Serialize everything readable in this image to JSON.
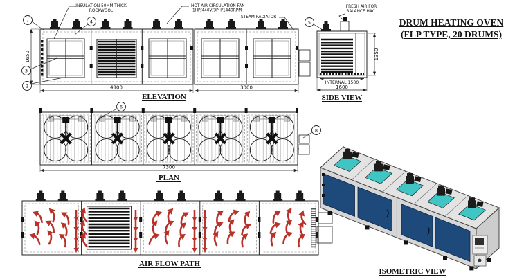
{
  "title": {
    "line1": "DRUM HEATING OVEN",
    "line2": "(FLP TYPE, 20 DRUMS)"
  },
  "view_labels": {
    "elevation": "ELEVATION",
    "side": "SIDE VIEW",
    "plan": "PLAN",
    "airflow": "AIR FLOW PATH",
    "isometric": "ISOMETRIC VIEW"
  },
  "annotations": {
    "insulation": {
      "line1": "INSULATION 50MM THICK",
      "line2": "ROCKWOOL"
    },
    "hot_air_fan": {
      "line1": "HOT AIR CIRCULATION FAN",
      "line2": "1HP/440V/3PH/1440RPM"
    },
    "steam_radiator": "STEAM RADIATOR",
    "fresh_air": {
      "line1": "FRESH AIR FOR",
      "line2": "BALANCE HAC."
    }
  },
  "dimensions": {
    "elevation_height": "1650",
    "elevation_section1": "4300",
    "elevation_section2": "3000",
    "side_height": "1350",
    "side_internal": "INTERNAL 1500",
    "side_overall": "1600",
    "plan_length": "7300"
  },
  "callouts": {
    "c2": "2",
    "c3": "3",
    "c4": "4",
    "c5": "5",
    "c6": "6",
    "c7": "7",
    "c8": "8"
  },
  "colors": {
    "door_blue": "#1d4a7a",
    "fan_teal": "#3fc6c4",
    "arrow_red": "#b8322a",
    "panel_gray": "#dedede",
    "line": "#222222"
  }
}
